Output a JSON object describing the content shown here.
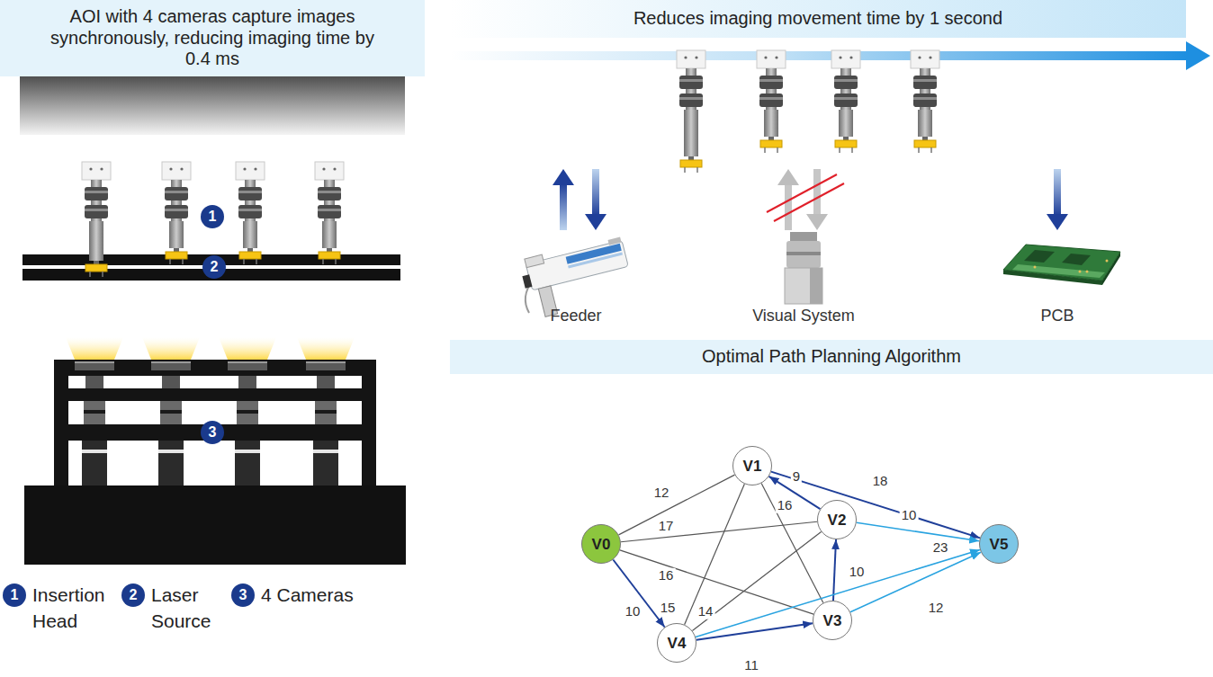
{
  "diagram": {
    "nodes": [
      {
        "text": [
          "AOI with 4 cameras capture images synchronously, reducing imaging time by 0.4 ms"
        ]
      },
      {
        "text": [
          "Reduces imaging movement time by 1 second"
        ]
      },
      {
        "text": [
          "Optimal Path Planning Algorithm"
        ]
      },
      {
        "text": [
          "V0"
        ]
      },
      {
        "text": [
          "V1"
        ]
      },
      {
        "text": [
          "V2"
        ]
      },
      {
        "text": [
          "V3"
        ]
      },
      {
        "text": [
          "V4"
        ]
      },
      {
        "text": [
          "V5"
        ]
      }
    ],
    "edges": [
      {
        "from": 3,
        "to": 4,
        "arrow": "none",
        "label": "12"
      },
      {
        "from": 3,
        "to": 5,
        "arrow": "none",
        "label": "17"
      },
      {
        "from": 3,
        "to": 6,
        "arrow": "none",
        "label": "16"
      },
      {
        "from": 3,
        "to": 7,
        "arrow": "to",
        "label": "10"
      },
      {
        "from": 4,
        "to": 8,
        "arrow": "to",
        "label": "18"
      },
      {
        "from": 5,
        "to": 4,
        "arrow": "to",
        "label": "9"
      },
      {
        "from": 5,
        "to": 8,
        "arrow": "to",
        "label": "10"
      },
      {
        "from": 4,
        "to": 6,
        "arrow": "none",
        "label": "16"
      },
      {
        "from": 4,
        "to": 7,
        "arrow": "none",
        "label": "15"
      },
      {
        "from": 5,
        "to": 7,
        "arrow": "none",
        "label": "14"
      },
      {
        "from": 6,
        "to": 5,
        "arrow": "to",
        "label": "10"
      },
      {
        "from": 6,
        "to": 8,
        "arrow": "to",
        "label": "12"
      },
      {
        "from": 7,
        "to": 8,
        "arrow": "to",
        "label": "23"
      },
      {
        "from": 7,
        "to": 6,
        "arrow": "to",
        "label": "11"
      }
    ],
    "labels": [
      "1",
      "2",
      "3",
      "1",
      "Insertion Head",
      "2",
      "Laser Source",
      "3",
      "4 Cameras",
      "Feeder",
      "Visual System",
      "PCB"
    ]
  }
}
